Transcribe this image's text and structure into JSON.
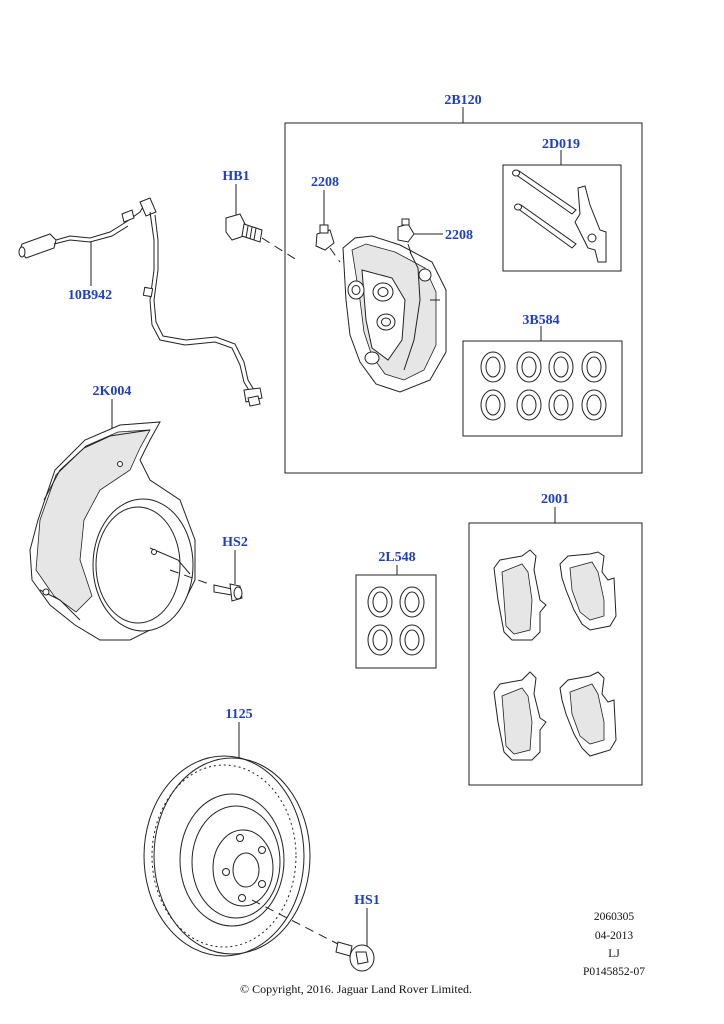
{
  "callouts": {
    "caliper_assembly": "2B120",
    "pin_kit": "2D019",
    "seal_kit_large": "3B584",
    "bleed_screw_left": "2208",
    "bleed_screw_right": "2208",
    "caliper_bolt": "HB1",
    "wear_sensor": "10B942",
    "splash_shield": "2K004",
    "shield_screw": "HS2",
    "seal_kit_small": "2L548",
    "brake_pads": "2001",
    "brake_disc": "1125",
    "disc_screw": "HS1"
  },
  "info": {
    "code": "2060305",
    "date": "04-2013",
    "initials": "LJ",
    "ref": "P0145852-07"
  },
  "copyright": "© Copyright, 2016. Jaguar Land Rover Limited."
}
